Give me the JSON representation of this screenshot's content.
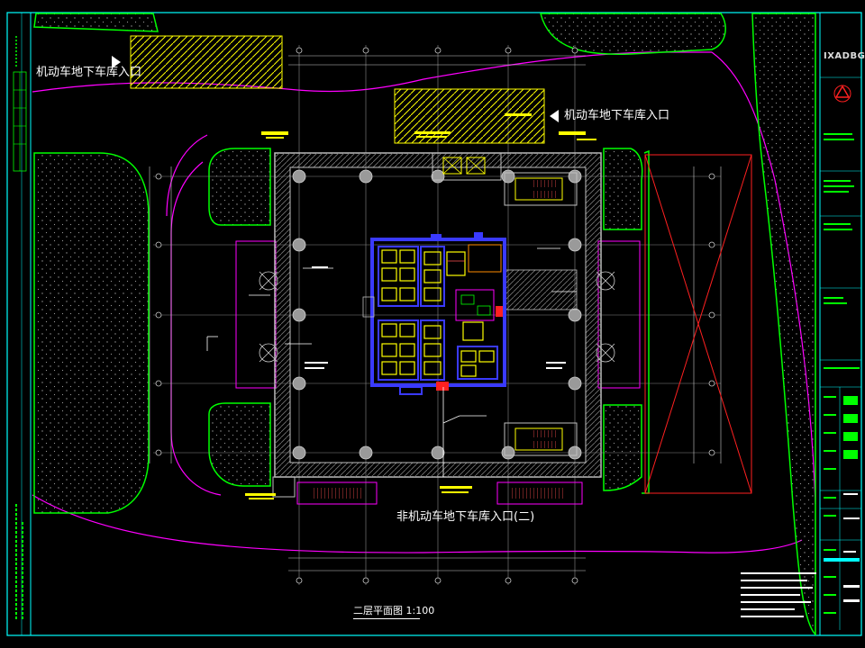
{
  "drawing": {
    "entrance_label_1": "机动车地下车库入口",
    "entrance_label_2": "机动车地下车库入口",
    "bicycle_entrance_label": "非机动车地下车库入口(二)",
    "plan_title": "二层平面图 1:100",
    "company_logo_text": "IXADBGH"
  },
  "colors": {
    "background": "#000000",
    "frame": "#00ffff",
    "site_boundary": "#ff00ff",
    "landscape": "#00ff00",
    "building_outline": "#c0c0c0",
    "columns": "#9a9a9a",
    "core_blue": "#3a3aff",
    "elevators": "#ffff00",
    "red_lines": "#ff2020",
    "text": "#ffffff"
  }
}
